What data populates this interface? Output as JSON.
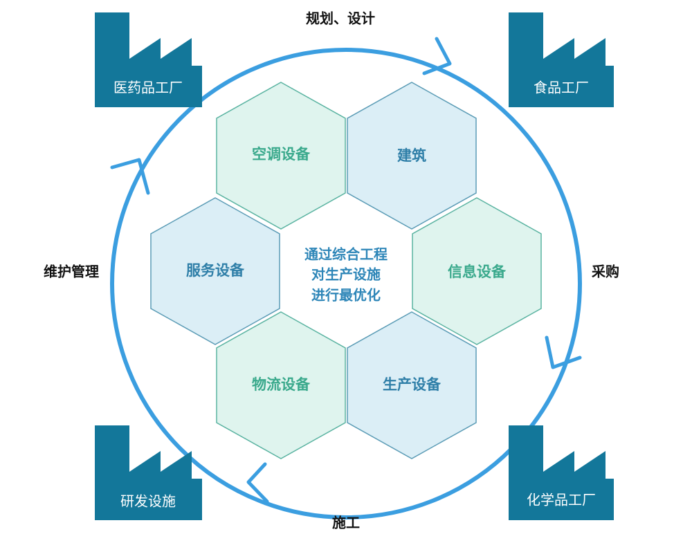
{
  "colors": {
    "cycle_ring": "#3b9ee0",
    "factory_fill": "#13779a",
    "factory_text": "#ffffff",
    "hex_green_fill": "#dff4ee",
    "hex_green_text": "#3aa98c",
    "hex_blue_fill": "#dbeef6",
    "hex_blue_text": "#2f7fa8",
    "hex_stroke": "#5ab3a1",
    "hex_stroke_blue": "#5a9bb5",
    "center_text": "#2e86b8",
    "stage_text": "#111111"
  },
  "center": {
    "line1": "通过综合工程",
    "line2": "对生产设施",
    "line3": "进行最优化"
  },
  "hexagons": {
    "air_conditioning": {
      "label": "空调设备",
      "tone": "green"
    },
    "building": {
      "label": "建筑",
      "tone": "blue"
    },
    "information": {
      "label": "信息设备",
      "tone": "green"
    },
    "production": {
      "label": "生产设备",
      "tone": "blue"
    },
    "logistics": {
      "label": "物流设备",
      "tone": "green"
    },
    "service": {
      "label": "服务设备",
      "tone": "blue"
    }
  },
  "stages": {
    "planning": "规划、设计",
    "procurement": "采购",
    "construction": "施工",
    "maintenance": "维护管理"
  },
  "factories": {
    "pharma": {
      "label": "医药品工厂",
      "icon": "factory-icon"
    },
    "food": {
      "label": "食品工厂",
      "icon": "factory-icon"
    },
    "research": {
      "label": "研发设施",
      "icon": "factory-icon"
    },
    "chemical": {
      "label": "化学品工厂",
      "icon": "factory-icon"
    }
  }
}
